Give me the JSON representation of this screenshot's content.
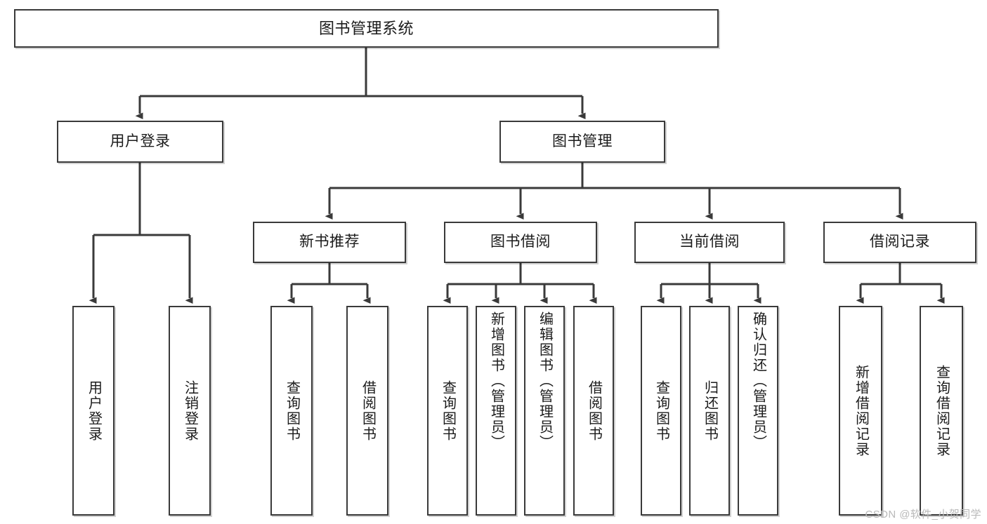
{
  "diagram": {
    "title": "图书管理系统",
    "type": "tree",
    "root": {
      "label": "图书管理系统"
    },
    "level2": [
      {
        "label": "用户登录"
      },
      {
        "label": "图书管理"
      }
    ],
    "level3": [
      {
        "label": "新书推荐",
        "parent": "图书管理"
      },
      {
        "label": "图书借阅",
        "parent": "图书管理"
      },
      {
        "label": "当前借阅",
        "parent": "图书管理"
      },
      {
        "label": "借阅记录",
        "parent": "图书管理"
      }
    ],
    "leaves": {
      "user_login": [
        {
          "label": "用户登录"
        },
        {
          "label": "注销登录"
        }
      ],
      "new_book": [
        {
          "label": "查询图书"
        },
        {
          "label": "借阅图书"
        }
      ],
      "book_borrow": [
        {
          "label": "查询图书"
        },
        {
          "label": "新增图书（管理员）"
        },
        {
          "label": "编辑图书（管理员）"
        },
        {
          "label": "借阅图书"
        }
      ],
      "current_borrow": [
        {
          "label": "查询图书"
        },
        {
          "label": "归还图书"
        },
        {
          "label": "确认归还（管理员）"
        }
      ],
      "borrow_record": [
        {
          "label": "新增借阅记录"
        },
        {
          "label": "查询借阅记录"
        }
      ]
    }
  },
  "watermark": {
    "text": "CSDN @软件_小贺同学"
  },
  "colors": {
    "line": "#3a3a3a",
    "box_fill": "#ffffff",
    "text": "#1b1b1b",
    "watermark": "#b9b9b9",
    "background": "#ffffff"
  }
}
